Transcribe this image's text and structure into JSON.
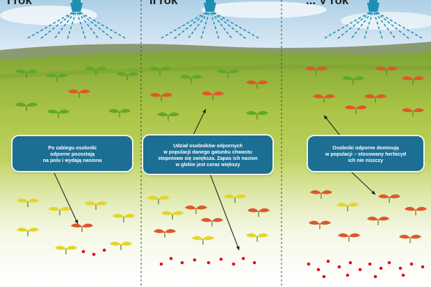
{
  "years": [
    {
      "label": "I rok"
    },
    {
      "label": "II rok"
    },
    {
      "label": "... V rok"
    }
  ],
  "captions": [
    {
      "lines": [
        "Po zabiegu osobniki",
        "odporne pozostają",
        "na polu i wydają nasiona"
      ]
    },
    {
      "lines": [
        "Udział osobników odpornych",
        "w populacji danego gatunku chwastu",
        "stopniowo się zwiększa. Zapas ich nasion",
        "w glebie jest coraz większy"
      ]
    },
    {
      "lines": [
        "Osobniki odporne dominują",
        "w populacji – stosowany herbicyd",
        "ich nie niszczy"
      ]
    }
  ],
  "colors": {
    "sky_top": "#aecfe6",
    "sky_bottom": "#e7f1f8",
    "field_far": "#8fb23c",
    "field_near": "#c8d96a",
    "sprayer": "#1e8fb3",
    "spray_dash": "#1e8fb3",
    "caption_bg": "#1d6e93",
    "sensitive_plant": "#5fa82a",
    "resistant_plant": "#e0572a",
    "weakened_plant": "#e3d52a",
    "seed": "#e0101b",
    "divider": "#444444",
    "arrow": "#222222"
  },
  "icons": {
    "sprayer": "spray-nozzle-icon",
    "plant": "seedling-icon",
    "seed": "seed-dot-icon"
  }
}
